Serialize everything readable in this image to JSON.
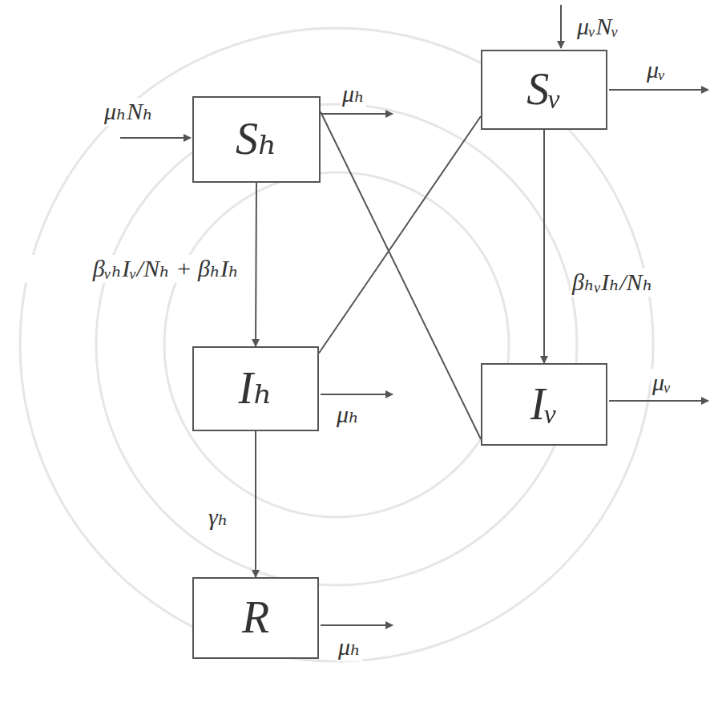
{
  "diagram": {
    "nodes": [
      {
        "text": [
          "Sₕ"
        ]
      },
      {
        "text": [
          "Iₕ"
        ]
      },
      {
        "text": [
          "R"
        ]
      },
      {
        "text": [
          "Sᵥ"
        ]
      },
      {
        "text": [
          "Iᵥ"
        ]
      }
    ],
    "edges": [
      {
        "from": 0,
        "to": 1,
        "arrow": "to",
        "label": "βᵥₕIᵥ/Nₕ + βₕIₕ"
      },
      {
        "from": 1,
        "to": 2,
        "arrow": "to",
        "label": "γₕ"
      },
      {
        "from": 3,
        "to": 4,
        "arrow": "to",
        "label": "βₕᵥIₕ/Nₕ"
      },
      {
        "from": 0,
        "to": 4,
        "arrow": "none"
      },
      {
        "from": 1,
        "to": 3,
        "arrow": "none"
      }
    ],
    "labels": [
      "μₕNₕ",
      "μₕ",
      "μₕ",
      "μₕ",
      "μᵥNᵥ",
      "μᵥ",
      "μᵥ"
    ]
  }
}
